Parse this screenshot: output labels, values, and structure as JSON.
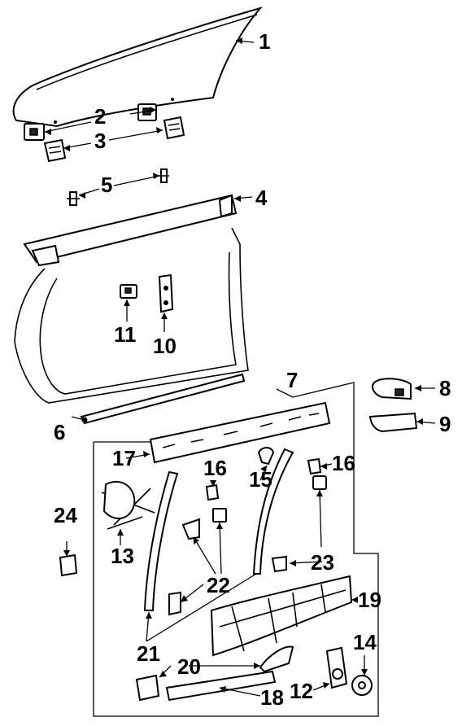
{
  "diagram": {
    "background": "#ffffff",
    "ink": "#000000",
    "callouts": [
      "1",
      "2",
      "3",
      "4",
      "5",
      "6",
      "7",
      "8",
      "9",
      "10",
      "11",
      "12",
      "13",
      "14",
      "15",
      "16",
      "16",
      "17",
      "18",
      "19",
      "20",
      "21",
      "22",
      "23",
      "24"
    ]
  }
}
